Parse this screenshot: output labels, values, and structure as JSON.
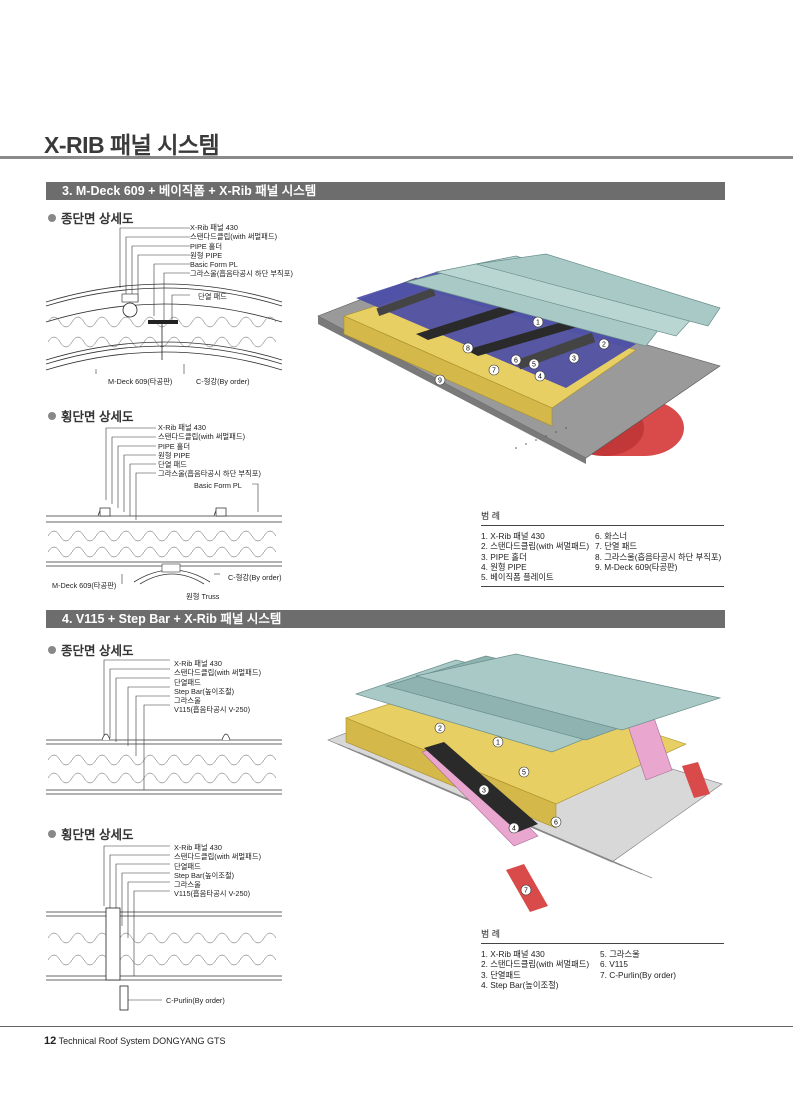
{
  "page": {
    "title": "X-RIB 패널 시스템",
    "footer_page": "12",
    "footer_text": "Technical Roof System DONGYANG GTS"
  },
  "section3": {
    "title": "3. M-Deck 609 + 베이직폼 + X-Rib 패널 시스템",
    "longitudinal": {
      "heading": "종단면 상세도",
      "callouts": [
        "X-Rib 패널 430",
        "스탠다드클립(with 써멀패드)",
        "PIPE 홀더",
        "원형 PIPE",
        "Basic Form PL",
        "그라스울(흡음타공시 하단 부직포)"
      ],
      "thermal_pad": "단열 패드",
      "mdeck": "M-Deck 609(타공판)",
      "cbeam": "C-형강(By order)"
    },
    "transverse": {
      "heading": "횡단면 상세도",
      "callouts": [
        "X-Rib 패널 430",
        "스탠다드클립(with 써멀패드)",
        "PIPE 홀더",
        "원형 PIPE",
        "단열 패드",
        "그라스울(흡음타공시 하단 부직포)"
      ],
      "basic_form": "Basic Form PL",
      "cbeam": "C-형강(By order)",
      "mdeck": "M-Deck 609(타공판)",
      "truss": "원형 Truss"
    },
    "legend": {
      "title": "범 례",
      "col1": [
        "1. X-Rib 패널 430",
        "2. 스탠다드클립(with 써멀패드)",
        "3. PIPE 홀더",
        "4. 원형 PIPE",
        "5. 베이직폼 플레이트"
      ],
      "col2": [
        "6. 화스너",
        "7. 단열 패드",
        "8. 그라스울(흡음타공시 하단 부직포)",
        "9. M-Deck 609(타공판)"
      ]
    },
    "iso_numbers": [
      "1",
      "2",
      "3",
      "4",
      "5",
      "6",
      "7",
      "8",
      "9"
    ]
  },
  "section4": {
    "title": "4. V115 + Step Bar + X-Rib 패널 시스템",
    "longitudinal": {
      "heading": "종단면 상세도",
      "callouts": [
        "X-Rib 패널 430",
        "스탠다드클립(with 써멀패드)",
        "단열패드",
        "Step Bar(높이조절)",
        "그라스울",
        "V115(흡음타공시 V-250)"
      ]
    },
    "transverse": {
      "heading": "횡단면 상세도",
      "callouts": [
        "X-Rib 패널 430",
        "스탠다드클립(with 써멀패드)",
        "단열패드",
        "Step Bar(높이조절)",
        "그라스울",
        "V115(흡음타공시 V-250)"
      ],
      "purlin": "C-Purlin(By order)"
    },
    "legend": {
      "title": "범 례",
      "col1": [
        "1. X-Rib 패널 430",
        "2. 스탠다드클립(with 써멀패드)",
        "3. 단열패드",
        "4. Step Bar(높이조절)"
      ],
      "col2": [
        "5. 그라스울",
        "6. V115",
        "7. C-Purlin(By order)"
      ]
    },
    "iso_numbers": [
      "1",
      "2",
      "3",
      "4",
      "5",
      "6",
      "7"
    ]
  },
  "colors": {
    "section_bar": "#6d6d6d",
    "panel": "#a9c9c6",
    "glasswool": "#e7cf63",
    "insulation_pad": "#2a2a2a",
    "basic_form": "#4a4ca8",
    "truss": "#d94a4a",
    "step_bar": "#e9a6cf",
    "deck": "#b9b9b9"
  }
}
